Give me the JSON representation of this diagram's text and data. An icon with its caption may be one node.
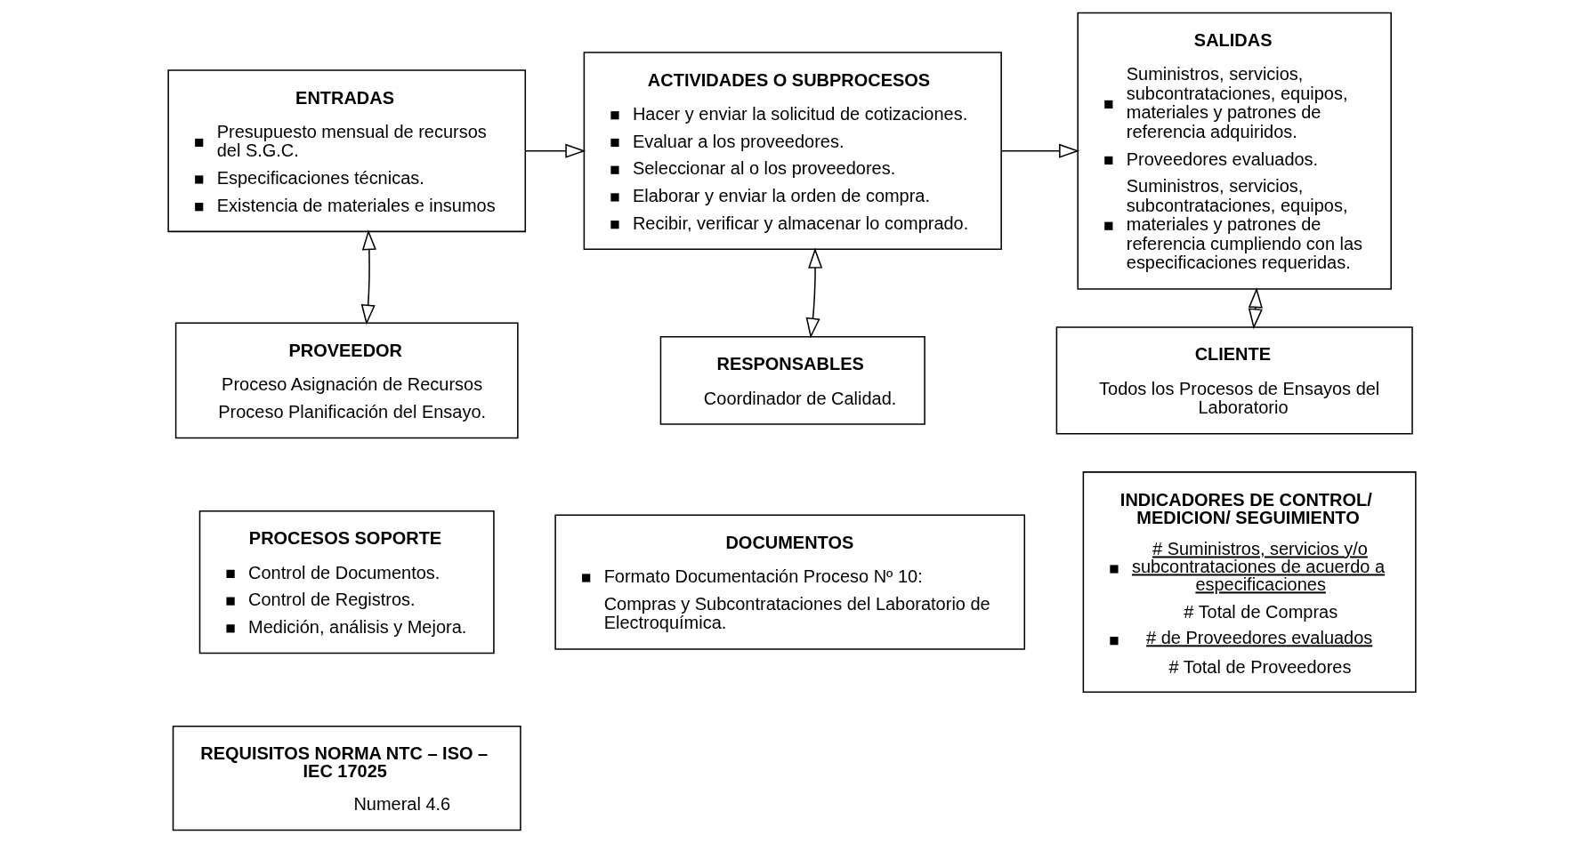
{
  "diagram": {
    "nodes": [
      {
        "text": [
          "ENTRADAS",
          "Presupuesto mensual de recursos del S.G.C.",
          "Especificaciones técnicas.",
          "Existencia de materiales e insumos"
        ]
      },
      {
        "text": [
          "ACTIVIDADES O SUBPROCESOS",
          "Hacer y enviar la solicitud de cotizaciones.",
          "Evaluar a los proveedores.",
          "Seleccionar al o los proveedores.",
          "Elaborar y enviar la orden de compra.",
          "Recibir, verificar y almacenar lo comprado."
        ]
      },
      {
        "text": [
          "SALIDAS",
          "Suministros, servicios, subcontrataciones, equipos, materiales y patrones de referencia adquiridos.",
          "Proveedores evaluados.",
          "Suministros, servicios, subcontrataciones, equipos, materiales y patrones de referencia cumpliendo con las especificaciones requeridas."
        ]
      },
      {
        "text": [
          "PROVEEDOR",
          "Proceso Asignación de Recursos",
          "Proceso Planificación del Ensayo."
        ]
      },
      {
        "text": [
          "RESPONSABLES",
          "Coordinador de Calidad."
        ]
      },
      {
        "text": [
          "CLIENTE",
          "Todos los Procesos de Ensayos del Laboratorio"
        ]
      },
      {
        "text": [
          "PROCESOS SOPORTE",
          "Control de Documentos.",
          "Control de Registros.",
          "Medición, análisis y Mejora."
        ]
      },
      {
        "text": [
          "DOCUMENTOS",
          "Formato Documentación Proceso Nº 10:",
          "Compras y Subcontrataciones del Laboratorio de Electroquímica."
        ]
      },
      {
        "text": [
          "INDICADORES DE CONTROL/ MEDICION/ SEGUIMIENTO",
          "# Suministros, servicios y/o subcontrataciones de acuerdo a especificaciones",
          "# Total de Compras",
          "# de Proveedores evaluados",
          "# Total de Proveedores"
        ]
      },
      {
        "text": [
          "REQUISITOS NORMA NTC – ISO – IEC 17025",
          "Numeral 4.6"
        ]
      }
    ],
    "edges": [
      {
        "from": 0,
        "to": 1,
        "arrow": "to"
      },
      {
        "from": 1,
        "to": 2,
        "arrow": "to"
      },
      {
        "from": 0,
        "to": 3,
        "arrow": "both"
      },
      {
        "from": 1,
        "to": 4,
        "arrow": "both"
      },
      {
        "from": 2,
        "to": 5,
        "arrow": "both"
      }
    ]
  }
}
